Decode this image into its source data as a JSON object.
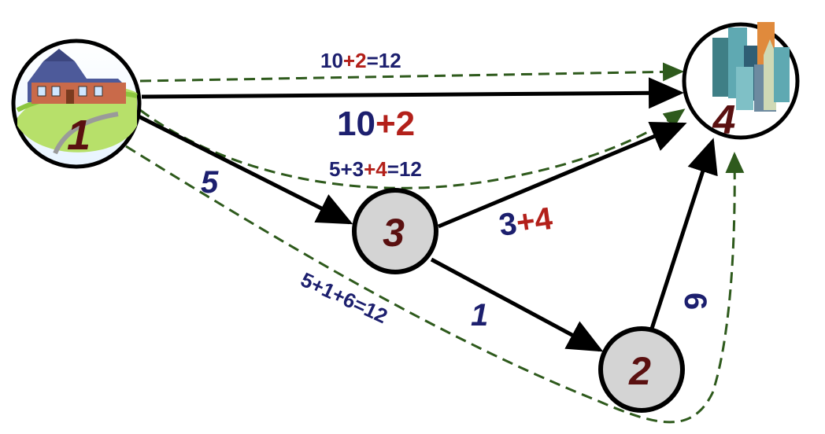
{
  "colors": {
    "navy": "#1c1f6e",
    "maroon": "#b3201a",
    "node_text": "#5a1010",
    "edge": "#000000",
    "path": "#2e5a1c",
    "node_fill": "#d4d4d4",
    "node4_fill": "#ffffff"
  },
  "nodes": {
    "n1": {
      "label": "1",
      "image": "house-icon"
    },
    "n2": {
      "label": "2"
    },
    "n3": {
      "label": "3"
    },
    "n4": {
      "label": "4",
      "image": "city-buildings-icon"
    }
  },
  "edges": {
    "e14": {
      "a": "10",
      "b": "+2"
    },
    "e13": {
      "a": "5"
    },
    "e34": {
      "a": "3",
      "b": "+4"
    },
    "e32": {
      "a": "1"
    },
    "e24": {
      "a": "6"
    }
  },
  "paths": {
    "top": {
      "a": "10",
      "b": "+2",
      "c": "=12"
    },
    "mid": {
      "a": "5+3",
      "b": "+4",
      "c": "=12"
    },
    "bottom": {
      "a": "5+1+6",
      "c": "=12"
    }
  }
}
